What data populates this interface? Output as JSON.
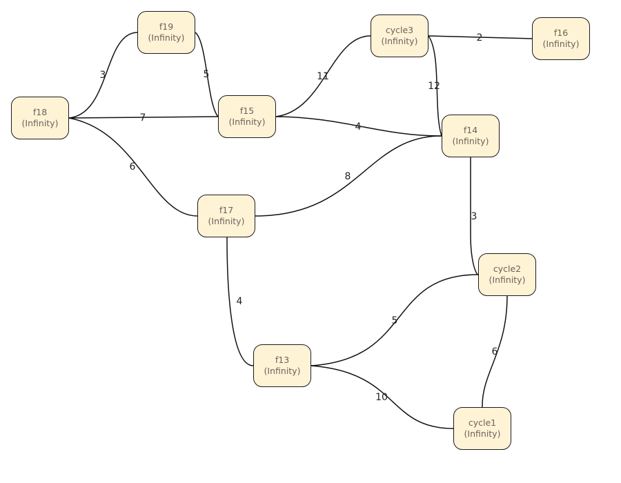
{
  "nodes": {
    "f19": {
      "name": "f19",
      "value": "(Infinity)"
    },
    "cycle3": {
      "name": "cycle3",
      "value": "(Infinity)"
    },
    "f16": {
      "name": "f16",
      "value": "(Infinity)"
    },
    "f18": {
      "name": "f18",
      "value": "(Infinity)"
    },
    "f15": {
      "name": "f15",
      "value": "(Infinity)"
    },
    "f14": {
      "name": "f14",
      "value": "(Infinity)"
    },
    "f17": {
      "name": "f17",
      "value": "(Infinity)"
    },
    "cycle2": {
      "name": "cycle2",
      "value": "(Infinity)"
    },
    "f13": {
      "name": "f13",
      "value": "(Infinity)"
    },
    "cycle1": {
      "name": "cycle1",
      "value": "(Infinity)"
    }
  },
  "edges": [
    {
      "from": "f18",
      "to": "f19",
      "weight": "3"
    },
    {
      "from": "f19",
      "to": "f15",
      "weight": "5"
    },
    {
      "from": "f18",
      "to": "f15",
      "weight": "7"
    },
    {
      "from": "f18",
      "to": "f17",
      "weight": "6"
    },
    {
      "from": "f15",
      "to": "cycle3",
      "weight": "11"
    },
    {
      "from": "cycle3",
      "to": "f16",
      "weight": "2"
    },
    {
      "from": "cycle3",
      "to": "f14",
      "weight": "12"
    },
    {
      "from": "f15",
      "to": "f14",
      "weight": "4"
    },
    {
      "from": "f17",
      "to": "f14",
      "weight": "8"
    },
    {
      "from": "f14",
      "to": "cycle2",
      "weight": "3"
    },
    {
      "from": "f17",
      "to": "f13",
      "weight": "4"
    },
    {
      "from": "f13",
      "to": "cycle2",
      "weight": "5"
    },
    {
      "from": "cycle2",
      "to": "cycle1",
      "weight": "6"
    },
    {
      "from": "f13",
      "to": "cycle1",
      "weight": "10"
    }
  ],
  "colors": {
    "node_fill": "#fff3d6",
    "node_border": "#1a1a1a",
    "node_text": "#6b6258",
    "edge": "#111111"
  }
}
